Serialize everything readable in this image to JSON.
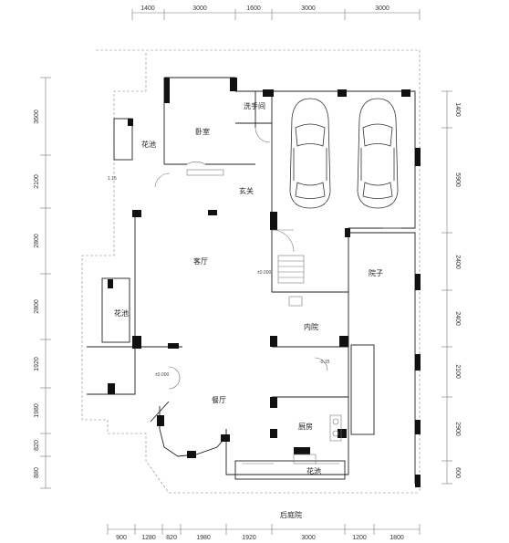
{
  "dims": {
    "top": [
      "1400",
      "3000",
      "1600",
      "3000",
      "3000"
    ],
    "bottom": [
      "900",
      "1280",
      "820",
      "1980",
      "1920",
      "3000",
      "1200",
      "1800"
    ],
    "left": [
      "3600",
      "2100",
      "2800",
      "2800",
      "1920",
      "1980",
      "820",
      "880"
    ],
    "right": [
      "1400",
      "5900",
      "2400",
      "2400",
      "2100",
      "2900",
      "600"
    ]
  },
  "rooms": {
    "bedroom": "卧室",
    "washroom": "洗手间",
    "foyer": "玄关",
    "living": "客厅",
    "planter_top": "花池",
    "planter_mid": "花池",
    "planter_bottom": "花池",
    "courtyard": "院子",
    "inner_court": "内院",
    "dining": "餐厅",
    "kitchen": "厨房",
    "back_court": "后庭院"
  },
  "notes": {
    "n1": "1.15",
    "n2": "±0.000",
    "n3": "-0.15",
    "n4": "±0.000"
  }
}
